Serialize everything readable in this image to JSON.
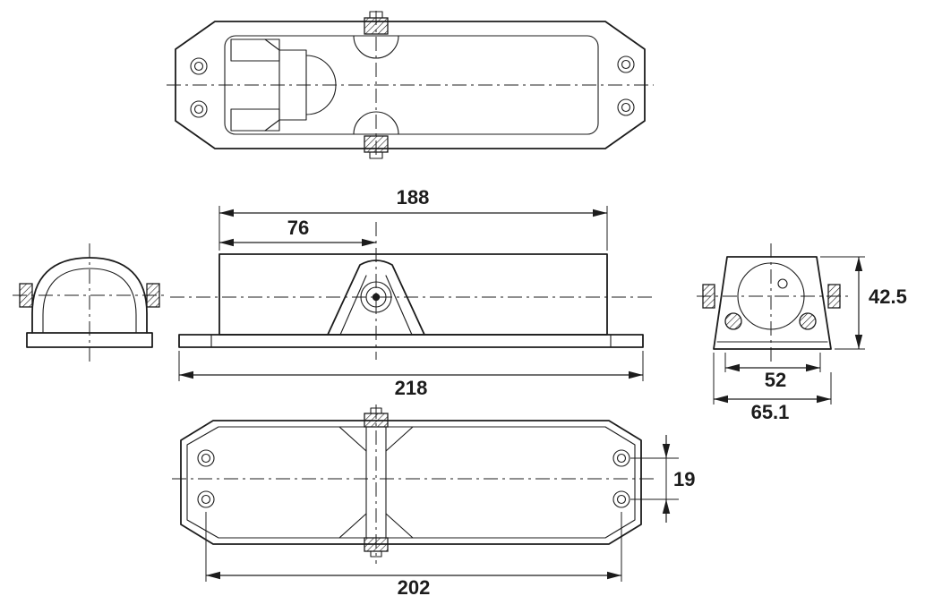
{
  "drawing": {
    "kind": "technical-drawing",
    "subject": "overhead door closer orthographic projection views"
  },
  "colors": {
    "line": "#1c1c1c",
    "background": "#ffffff"
  },
  "dimensions": {
    "d188": "188",
    "d76": "76",
    "d218": "218",
    "d42_5": "42.5",
    "d52": "52",
    "d65_1": "65.1",
    "d19": "19",
    "d202": "202"
  }
}
